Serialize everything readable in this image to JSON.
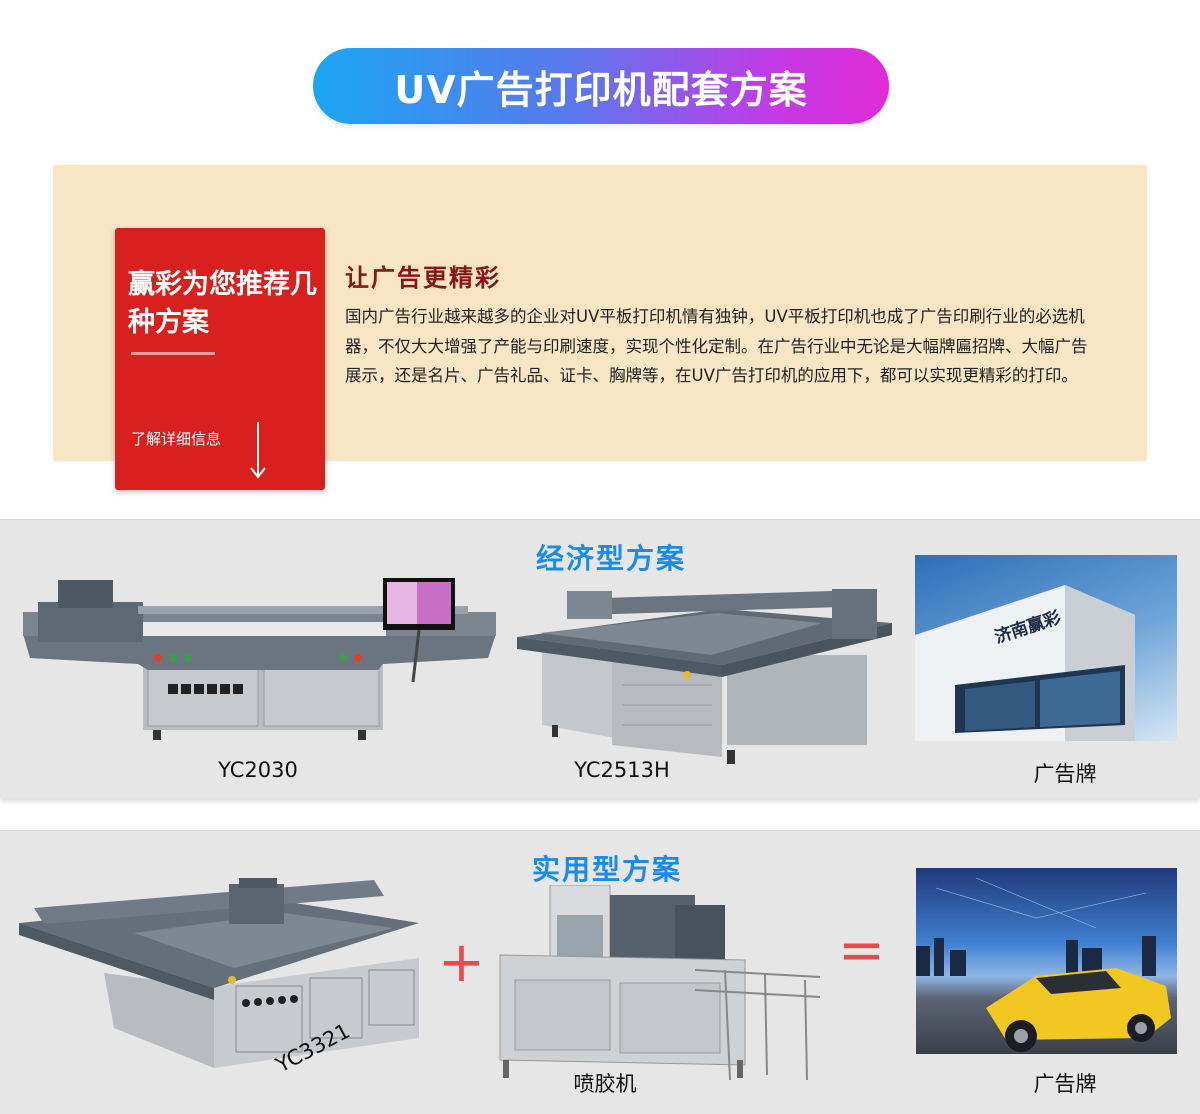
{
  "header": {
    "title": "UV广告打印机配套方案"
  },
  "intro": {
    "card_text": "赢彩为您推荐几种方案",
    "more_link": "了解详细信息",
    "heading": "让广告更精彩",
    "body": "国内广告行业越来越多的企业对UV平板打印机情有独钟，UV平板打印机也成了广告印刷行业的必选机器，不仅大大增强了产能与印刷速度，实现个性化定制。在广告行业中无论是大幅牌匾招牌、大幅广告展示，还是名片、广告礼品、证卡、胸牌等，在UV广告打印机的应用下，都可以实现更精彩的打印。"
  },
  "economy": {
    "title": "经济型方案",
    "items": [
      {
        "label": "YC2030"
      },
      {
        "label": "YC2513H"
      },
      {
        "label": "广告牌",
        "sign_text": "济南赢彩"
      }
    ]
  },
  "practical": {
    "title": "实用型方案",
    "items": [
      {
        "label": "YC3321"
      },
      {
        "label": "喷胶机"
      },
      {
        "label": "广告牌"
      }
    ],
    "plus": "+",
    "equals": "="
  }
}
